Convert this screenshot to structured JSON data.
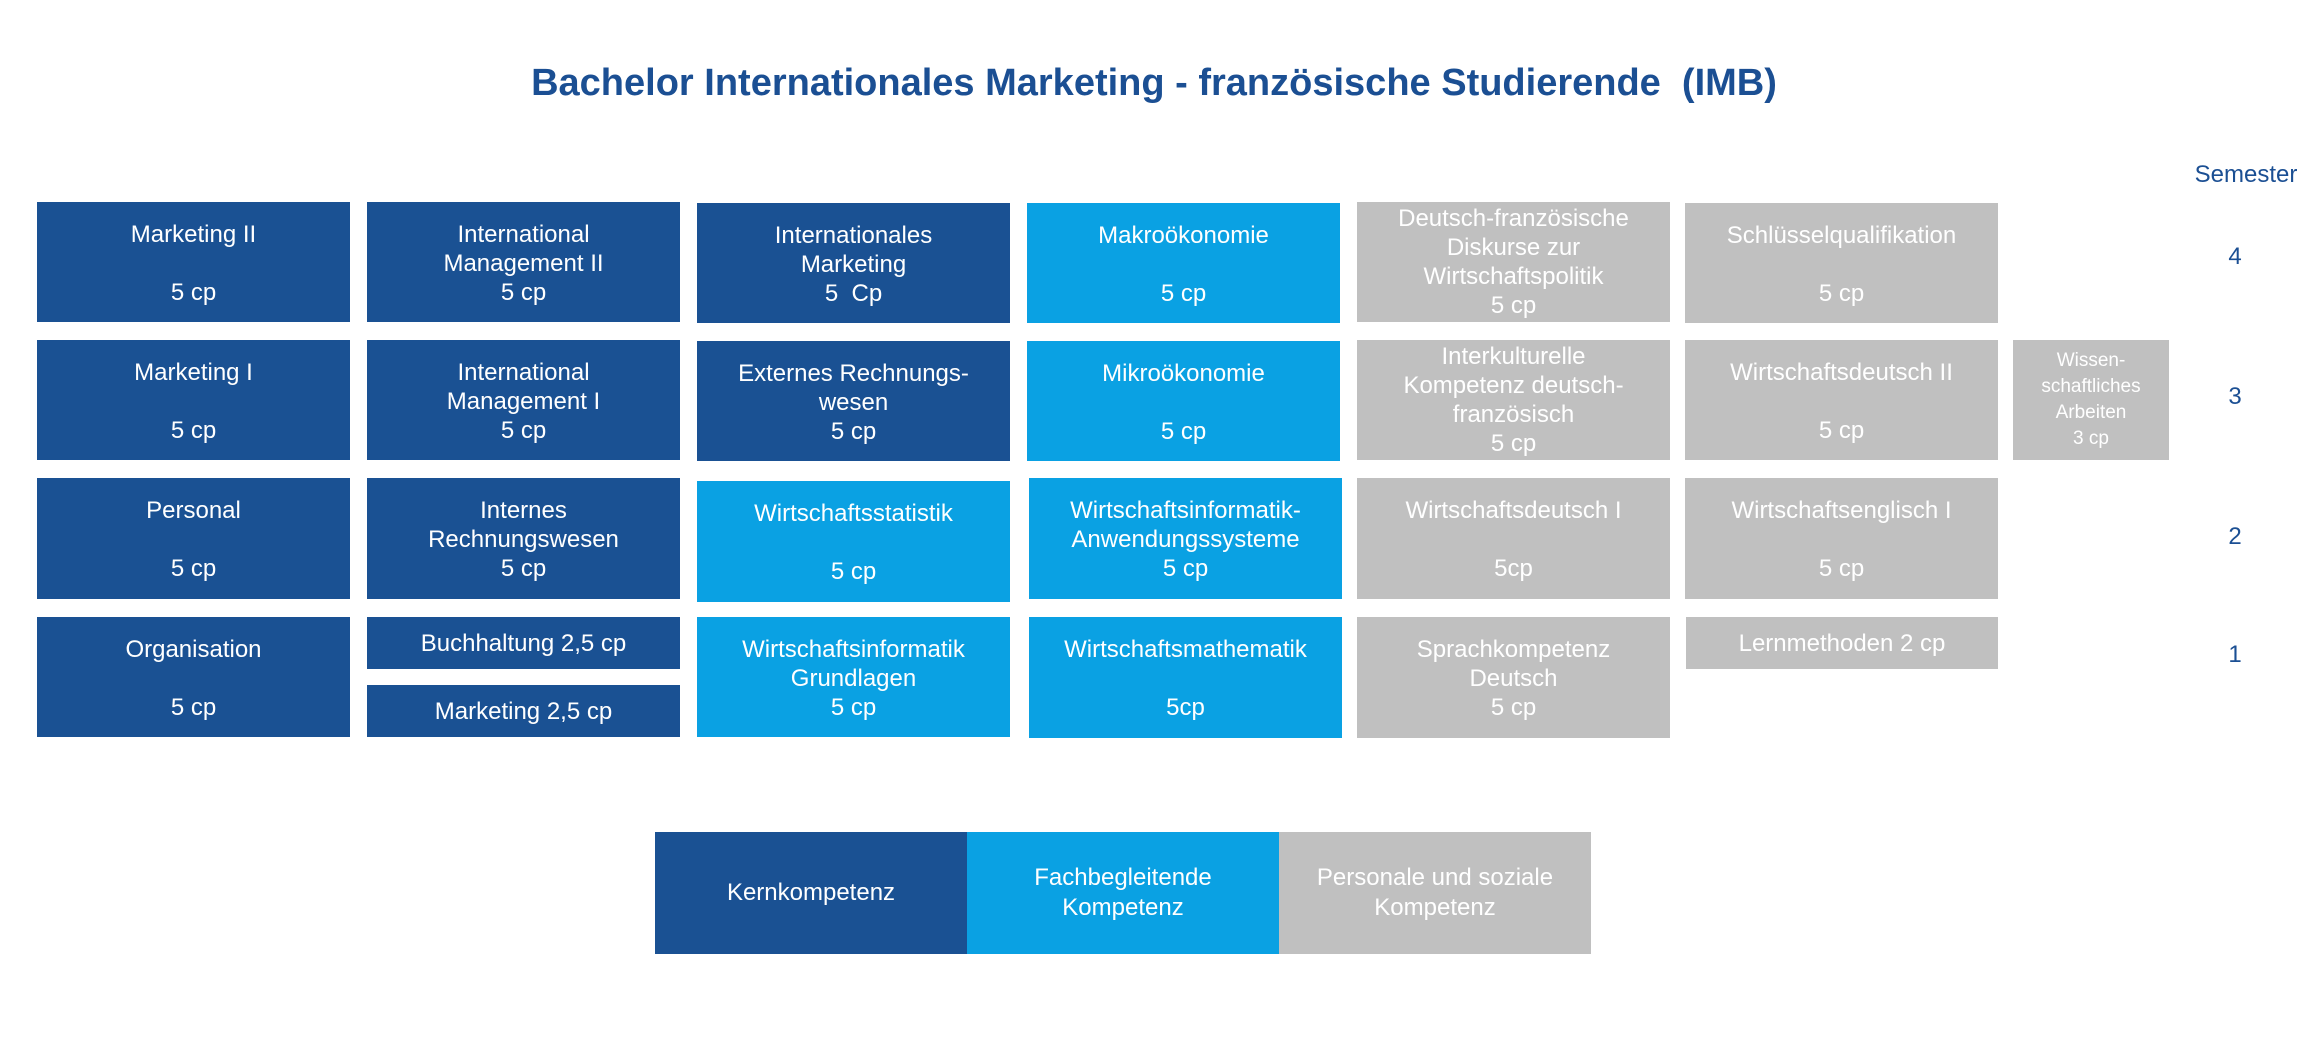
{
  "title": "Bachelor Internationales Marketing - französische Studierende  (IMB)",
  "semester_header": "Semester",
  "semesters": [
    "4",
    "3",
    "2",
    "1"
  ],
  "colors": {
    "kernkompetenz": "#1a5193",
    "fachbegleitende_kompetenz": "#0aa1e3",
    "personale_soziale_kompetenz": "#c0c0c0",
    "title": "#1b4f93"
  },
  "modules": {
    "marketing_2": [
      "Marketing II",
      "",
      "5 cp"
    ],
    "intl_management_2": [
      "International",
      "Management II",
      "5 cp"
    ],
    "intl_marketing": [
      "Internationales",
      "Marketing",
      "5  Cp"
    ],
    "makro": [
      "Makroökonomie",
      "",
      "5 cp"
    ],
    "diskurse": [
      "Deutsch-französische",
      "Diskurse zur",
      "Wirtschaftspolitik",
      "5 cp"
    ],
    "schluessel": [
      "Schlüsselqualifikation",
      "",
      "5 cp"
    ],
    "marketing_1": [
      "Marketing I",
      "",
      "5 cp"
    ],
    "intl_management_1": [
      "International",
      "Management I",
      "5 cp"
    ],
    "externes_rw": [
      "Externes Rechnungs-",
      "wesen",
      "5 cp"
    ],
    "mikro": [
      "Mikroökonomie",
      "",
      "5 cp"
    ],
    "interkulturell": [
      "Interkulturelle",
      "Kompetenz deutsch-",
      "französisch",
      "5 cp"
    ],
    "wirtschaftsdeutsch_2": [
      "Wirtschaftsdeutsch II",
      "",
      "5 cp"
    ],
    "wiss_arbeiten": [
      "Wissen-",
      "schaftliches",
      "Arbeiten",
      "3 cp"
    ],
    "personal": [
      "Personal",
      "",
      "5 cp"
    ],
    "internes_rw": [
      "Internes",
      "Rechnungswesen",
      "5 cp"
    ],
    "statistik": [
      "Wirtschaftsstatistik",
      "",
      "5 cp"
    ],
    "wi_anwendung": [
      "Wirtschaftsinformatik-",
      "Anwendungssysteme",
      "5 cp"
    ],
    "wirtschaftsdeutsch_1": [
      "Wirtschaftsdeutsch I",
      "",
      "5cp"
    ],
    "wirtschaftsenglisch_1": [
      "Wirtschaftsenglisch I",
      "",
      "5 cp"
    ],
    "organisation": [
      "Organisation",
      "",
      "5 cp"
    ],
    "buchhaltung": [
      "Buchhaltung 2,5 cp"
    ],
    "marketing_basic": [
      "Marketing 2,5 cp"
    ],
    "wi_grundlagen": [
      "Wirtschaftsinformatik",
      "Grundlagen",
      "5 cp"
    ],
    "mathe": [
      "Wirtschaftsmathematik",
      "",
      "5cp"
    ],
    "sprachkompetenz": [
      "Sprachkompetenz",
      "Deutsch",
      "5 cp"
    ],
    "lernmethoden": [
      "Lernmethoden 2 cp"
    ]
  },
  "legend": {
    "kern": [
      "Kernkompetenz"
    ],
    "fach": [
      "Fachbegleitende",
      "Kompetenz"
    ],
    "pers": [
      "Personale und soziale",
      "Kompetenz"
    ]
  }
}
